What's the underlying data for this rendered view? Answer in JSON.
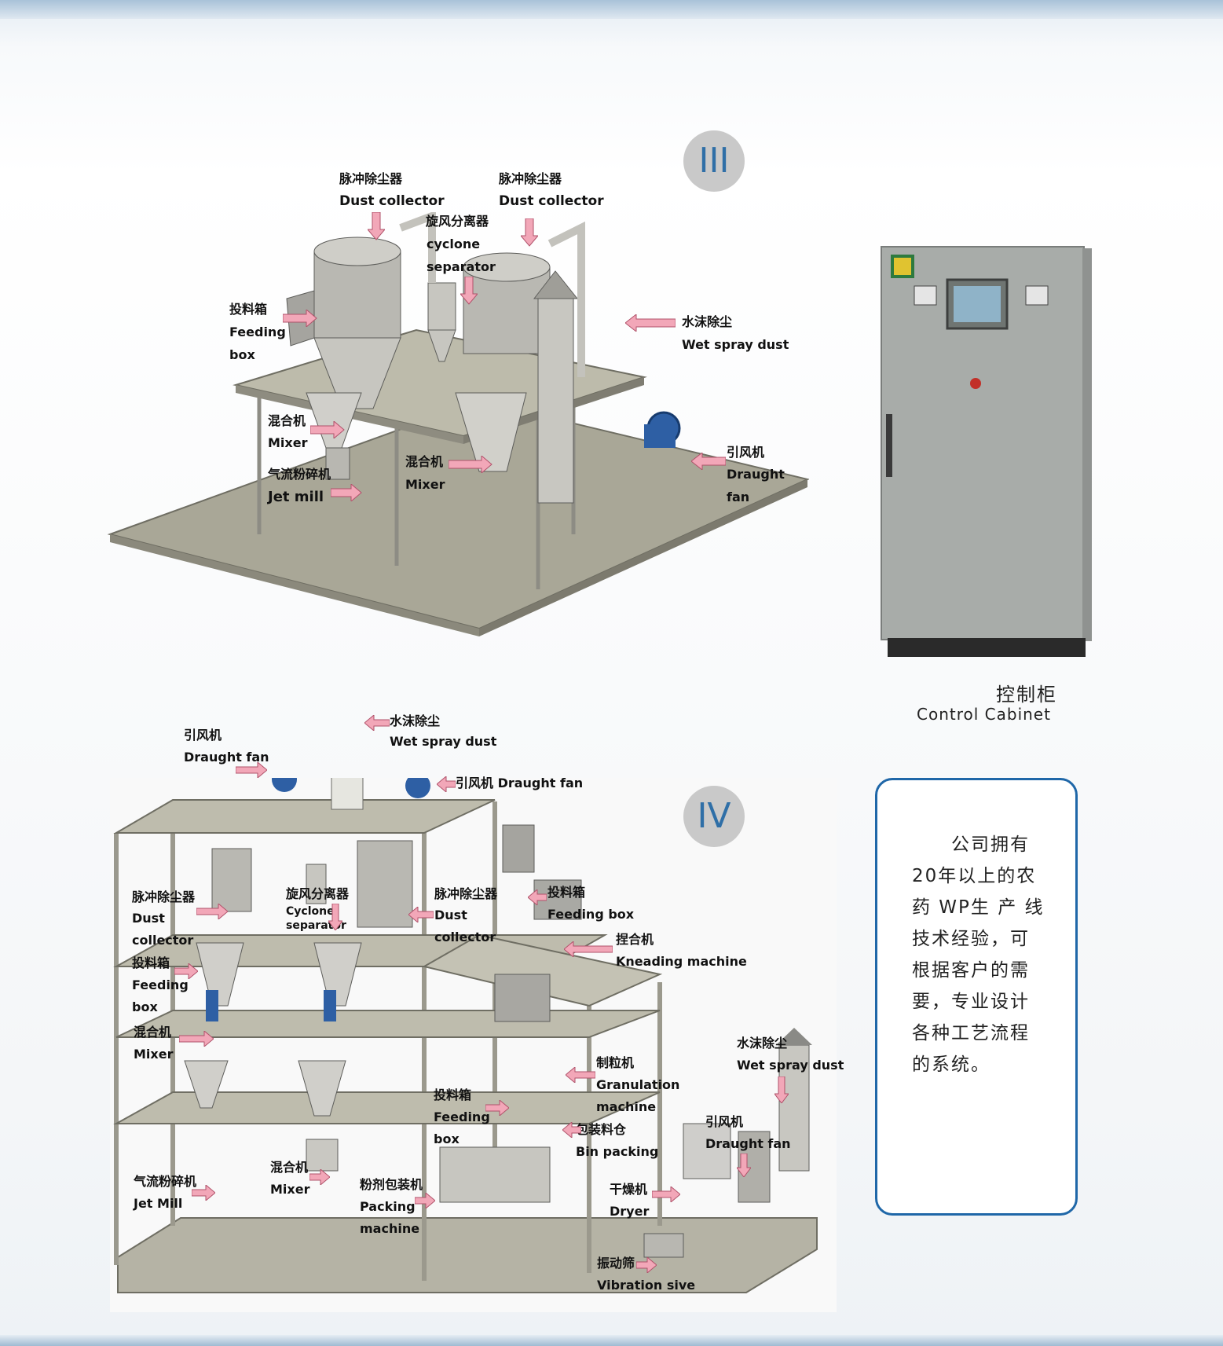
{
  "section3": {
    "badge": "III",
    "labels": {
      "dust_zh_1": "脉冲除尘器",
      "dust_en_1": "Dust collector",
      "dust_zh_2": "脉冲除尘器",
      "dust_en_2": "Dust collector",
      "cyclone_zh": "旋风分离器",
      "cyclone_en_1": "cyclone",
      "cyclone_en_2": "separator",
      "feeding_zh": "投料箱",
      "feeding_en_1": "Feeding",
      "feeding_en_2": "box",
      "wet_zh": "水沫除尘",
      "wet_en": "Wet spray dust",
      "mixer_zh_1": "混合机",
      "mixer_en_1": "Mixer",
      "jet_zh": "气流粉碎机",
      "jet_en": "Jet mill",
      "mixer_zh_2": "混合机",
      "mixer_en_2": "Mixer",
      "fan_zh": "引风机",
      "fan_en_1": "Draught",
      "fan_en_2": "fan"
    }
  },
  "cabinet": {
    "caption_zh": "控制柜",
    "caption_en": "Control Cabinet"
  },
  "section4": {
    "badge": "IV",
    "labels": {
      "wet_top_zh": "水沫除尘",
      "wet_top_en": "Wet spray dust",
      "fan_left_zh": "引风机",
      "fan_left_en": "Draught fan",
      "fan_right": "引风机 Draught fan",
      "dust_left_zh": "脉冲除尘器",
      "dust_left_en_1": "Dust",
      "dust_left_en_2": "collector",
      "cyclone_zh": "旋风分离器",
      "cyclone_en_1": "Cyclone",
      "cyclone_en_2": "separator",
      "dust_right_zh": "脉冲除尘器",
      "dust_right_en_1": "Dust",
      "dust_right_en_2": "collector",
      "feeding_top_zh": "投料箱",
      "feeding_top_en": "Feeding box",
      "kneading_zh": "捏合机",
      "kneading_en": "Kneading machine",
      "feeding_left_zh": "投料箱",
      "feeding_left_en_1": "Feeding",
      "feeding_left_en_2": "box",
      "mixer_left_zh": "混合机",
      "mixer_left_en": "Mixer",
      "granulation_zh": "制粒机",
      "granulation_en_1": "Granulation",
      "granulation_en_2": "machine",
      "feeding_mid_zh": "投料箱",
      "feeding_mid_en_1": "Feeding",
      "feeding_mid_en_2": "box",
      "bin_zh": "包装料仓",
      "bin_en": "Bin packing",
      "wet_right_zh": "水沫除尘",
      "wet_right_en": "Wet spray dust",
      "fan_low_zh": "引风机",
      "fan_low_en": "Draught fan",
      "jet_zh": "气流粉碎机",
      "jet_en": "Jet Mill",
      "mixer_low_zh": "混合机",
      "mixer_low_en": "Mixer",
      "packing_zh": "粉剂包装机",
      "packing_en_1": "Packing",
      "packing_en_2": "machine",
      "dryer_zh": "干燥机",
      "dryer_en": "Dryer",
      "sieve_zh": "振动筛",
      "sieve_en": "Vibration sive"
    }
  },
  "info": {
    "lines": [
      "　　公司拥有",
      "20年以上的农",
      "药 WP生 产 线",
      "技术经验，可",
      "根据客户的需",
      "要，专业设计",
      "各种工艺流程",
      "的系统。"
    ]
  },
  "colors": {
    "accent_blue": "#1f67a8",
    "badge_grey": "#c9c9c9",
    "arrow_pink": "#f2a7b8",
    "platform": "#b5b3a5"
  }
}
